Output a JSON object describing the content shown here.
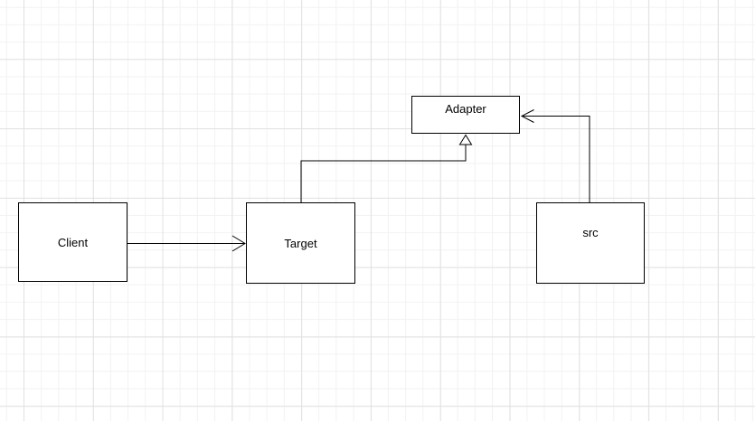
{
  "diagram": {
    "nodes": [
      {
        "id": "client",
        "label": "Client"
      },
      {
        "id": "target",
        "label": "Target"
      },
      {
        "id": "adapter",
        "label": "Adapter"
      },
      {
        "id": "src",
        "label": "src"
      }
    ],
    "edges": [
      {
        "from": "client",
        "to": "target",
        "arrowhead": "open-chevron"
      },
      {
        "from": "target",
        "to": "adapter",
        "arrowhead": "hollow-triangle"
      },
      {
        "from": "src",
        "to": "adapter",
        "arrowhead": "open-chevron"
      }
    ],
    "colors": {
      "background": "#ffffff",
      "grid_minor": "#f2f2f2",
      "grid_major": "#e1e1e1",
      "node_fill": "#ffffff",
      "node_stroke": "#000000",
      "edge_stroke": "#000000",
      "label_color": "#000000"
    }
  }
}
